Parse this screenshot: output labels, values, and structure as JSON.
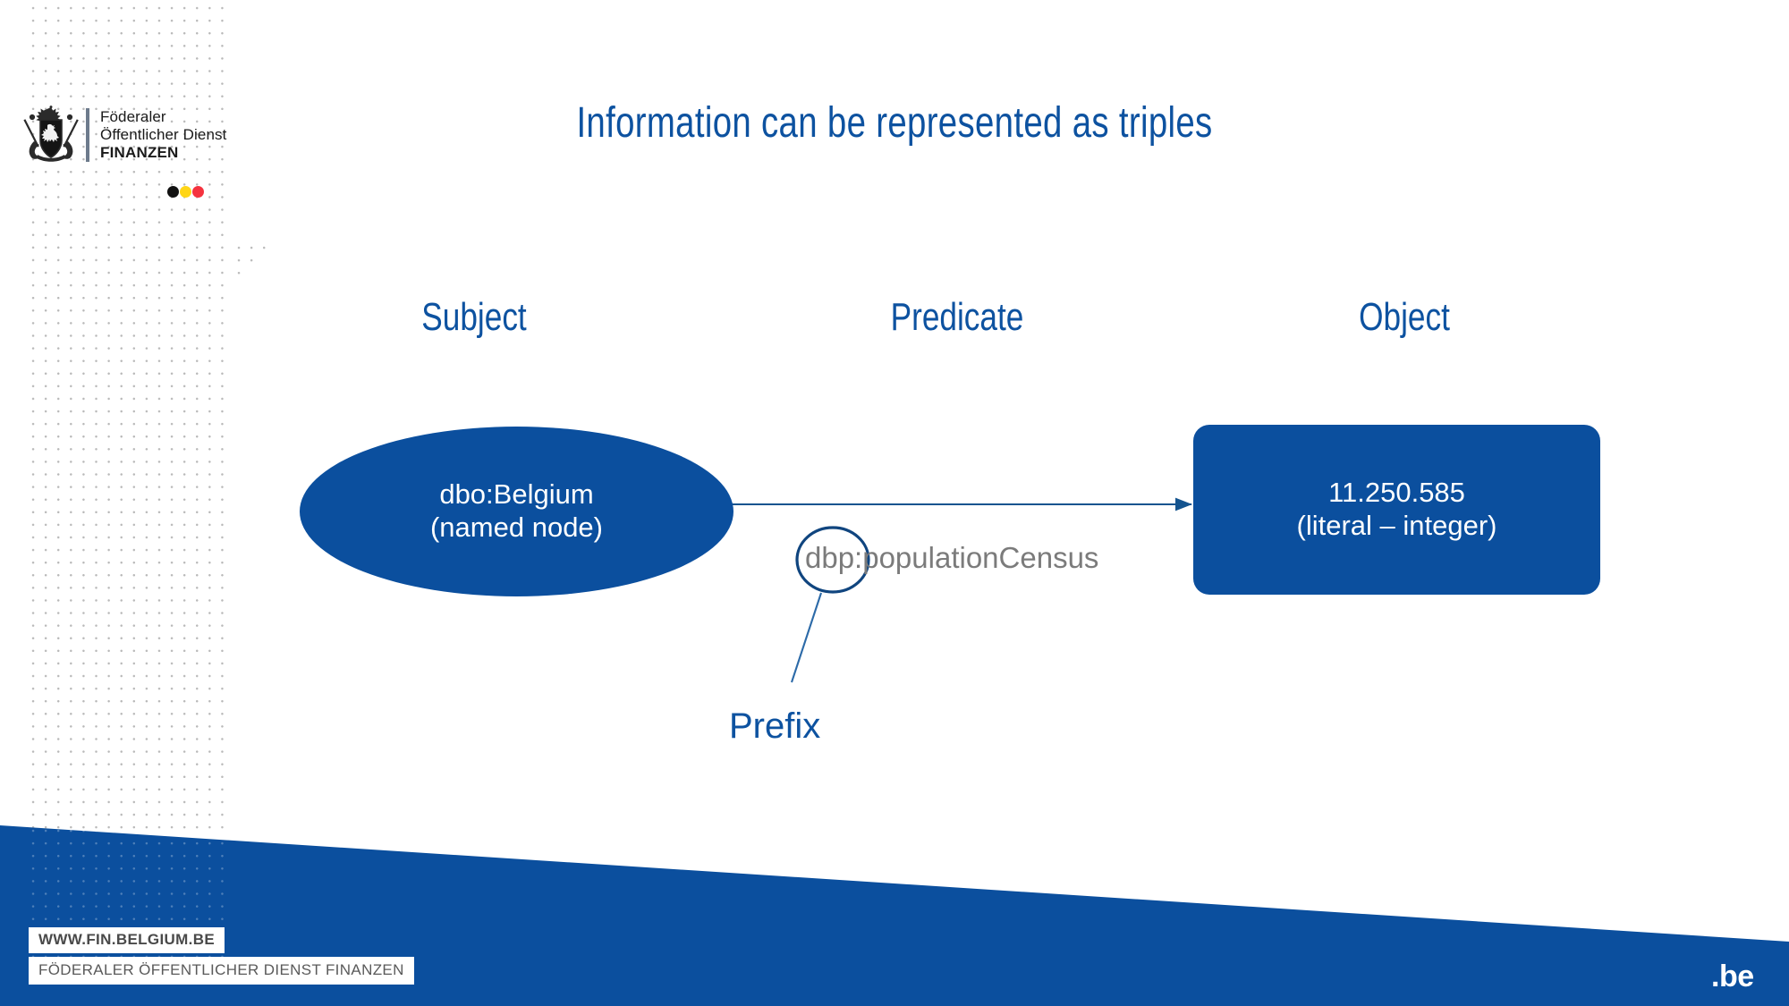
{
  "slide": {
    "title": "Information can be represented as triples",
    "background_color": "#ffffff",
    "brand_blue": "#0b4f9e",
    "title_blue": "#0d52a0"
  },
  "logo": {
    "icon": "belgian-coat-of-arms",
    "line1": "Föderaler",
    "line2": "Öffentlicher Dienst",
    "line3": "FINANZEN"
  },
  "flag_dots": {
    "black": "#111111",
    "yellow": "#ffd617",
    "red": "#f5333f"
  },
  "captions": {
    "subject": "Subject",
    "predicate": "Predicate",
    "object": "Object"
  },
  "diagram": {
    "subject_node": {
      "shape": "ellipse",
      "line1": "dbo:Belgium",
      "line2": "(named node)",
      "fill": "#0b4f9e",
      "text_color": "#ffffff"
    },
    "predicate_label": "dbp:populationCensus",
    "predicate_color": "#7b7b7b",
    "object_node": {
      "shape": "rounded-rectangle",
      "line1": "11.250.585",
      "line2": "(literal – integer)",
      "fill": "#0b4f9e",
      "text_color": "#ffffff"
    },
    "callout": {
      "label": "Prefix",
      "highlights": "dbp:",
      "color": "#0d52a0"
    }
  },
  "footer": {
    "url": "WWW.FIN.BELGIUM.BE",
    "department": "FÖDERALER ÖFFENTLICHER DIENST FINANZEN",
    "be_logo": ".be"
  }
}
